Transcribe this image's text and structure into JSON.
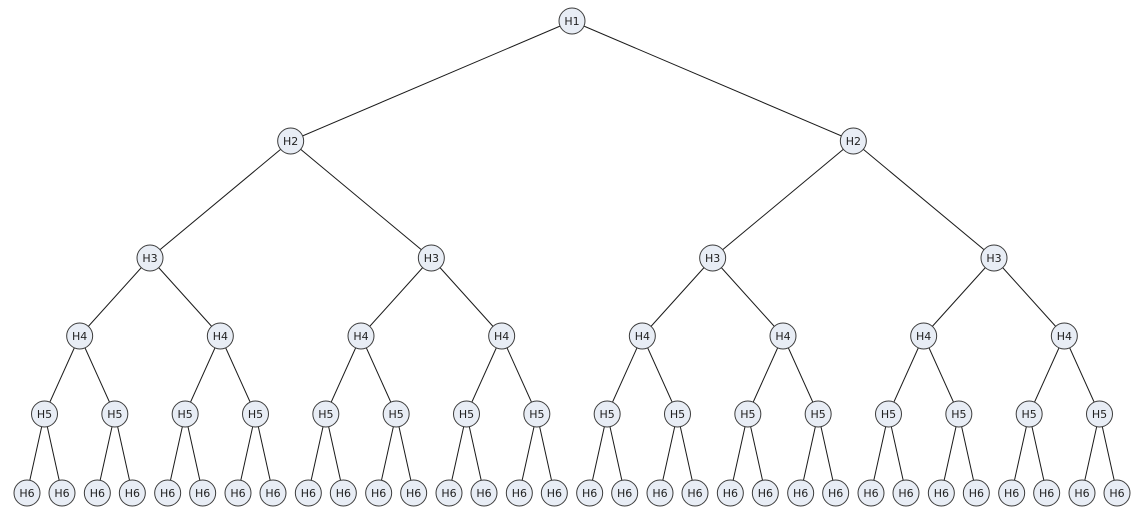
{
  "tree": {
    "label": "H1",
    "children": [
      {
        "label": "H2",
        "children": [
          {
            "label": "H3",
            "children": [
              {
                "label": "H4",
                "children": [
                  {
                    "label": "H5",
                    "children": [
                      {
                        "label": "H6"
                      },
                      {
                        "label": "H6"
                      }
                    ]
                  },
                  {
                    "label": "H5",
                    "children": [
                      {
                        "label": "H6"
                      },
                      {
                        "label": "H6"
                      }
                    ]
                  }
                ]
              },
              {
                "label": "H4",
                "children": [
                  {
                    "label": "H5",
                    "children": [
                      {
                        "label": "H6"
                      },
                      {
                        "label": "H6"
                      }
                    ]
                  },
                  {
                    "label": "H5",
                    "children": [
                      {
                        "label": "H6"
                      },
                      {
                        "label": "H6"
                      }
                    ]
                  }
                ]
              }
            ]
          },
          {
            "label": "H3",
            "children": [
              {
                "label": "H4",
                "children": [
                  {
                    "label": "H5",
                    "children": [
                      {
                        "label": "H6"
                      },
                      {
                        "label": "H6"
                      }
                    ]
                  },
                  {
                    "label": "H5",
                    "children": [
                      {
                        "label": "H6"
                      },
                      {
                        "label": "H6"
                      }
                    ]
                  }
                ]
              },
              {
                "label": "H4",
                "children": [
                  {
                    "label": "H5",
                    "children": [
                      {
                        "label": "H6"
                      },
                      {
                        "label": "H6"
                      }
                    ]
                  },
                  {
                    "label": "H5",
                    "children": [
                      {
                        "label": "H6"
                      },
                      {
                        "label": "H6"
                      }
                    ]
                  }
                ]
              }
            ]
          }
        ]
      },
      {
        "label": "H2",
        "children": [
          {
            "label": "H3",
            "children": [
              {
                "label": "H4",
                "children": [
                  {
                    "label": "H5",
                    "children": [
                      {
                        "label": "H6"
                      },
                      {
                        "label": "H6"
                      }
                    ]
                  },
                  {
                    "label": "H5",
                    "children": [
                      {
                        "label": "H6"
                      },
                      {
                        "label": "H6"
                      }
                    ]
                  }
                ]
              },
              {
                "label": "H4",
                "children": [
                  {
                    "label": "H5",
                    "children": [
                      {
                        "label": "H6"
                      },
                      {
                        "label": "H6"
                      }
                    ]
                  },
                  {
                    "label": "H5",
                    "children": [
                      {
                        "label": "H6"
                      },
                      {
                        "label": "H6"
                      }
                    ]
                  }
                ]
              }
            ]
          },
          {
            "label": "H3",
            "children": [
              {
                "label": "H4",
                "children": [
                  {
                    "label": "H5",
                    "children": [
                      {
                        "label": "H6"
                      },
                      {
                        "label": "H6"
                      }
                    ]
                  },
                  {
                    "label": "H5",
                    "children": [
                      {
                        "label": "H6"
                      },
                      {
                        "label": "H6"
                      }
                    ]
                  }
                ]
              },
              {
                "label": "H4",
                "children": [
                  {
                    "label": "H5",
                    "children": [
                      {
                        "label": "H6"
                      },
                      {
                        "label": "H6"
                      }
                    ]
                  },
                  {
                    "label": "H5",
                    "children": [
                      {
                        "label": "H6"
                      },
                      {
                        "label": "H6"
                      }
                    ]
                  }
                ]
              }
            ]
          }
        ]
      }
    ]
  },
  "colors": {
    "node_fill": "#e8edf5",
    "node_stroke": "#3c3c3c",
    "edge": "#1a1a1a"
  }
}
